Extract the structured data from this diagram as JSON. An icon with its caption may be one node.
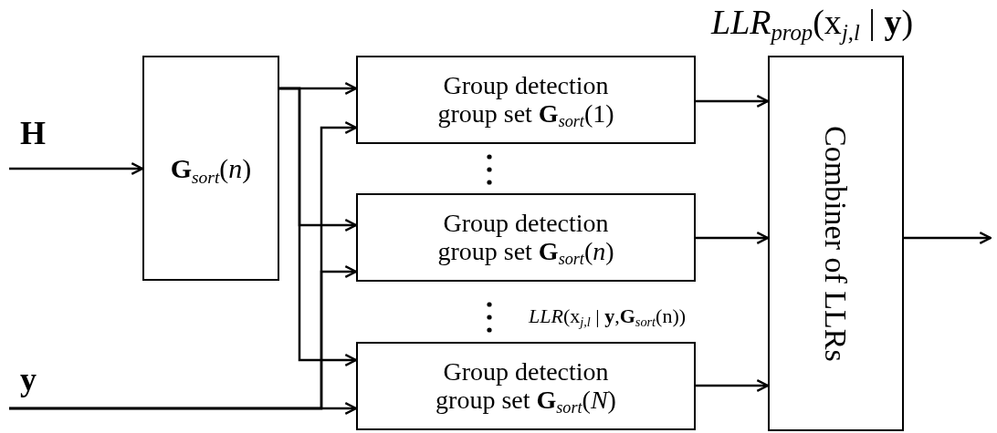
{
  "diagram": {
    "nodes": [
      {
        "text": [
          "**G**$_{sort}$(*n*)"
        ]
      },
      {
        "text": [
          "Group detection",
          "group set **G**$_{sort}$(1)"
        ]
      },
      {
        "text": [
          "Group detection",
          "group set **G**$_{sort}$(*n*)"
        ]
      },
      {
        "text": [
          "Group detection",
          "group set **G**$_{sort}$(*N*)"
        ]
      },
      {
        "text": [
          "Combiner of LLRs"
        ],
        "beside": [
          "*LLR*$_{prop}$(x$_{j,l}$ | **y**)"
        ]
      }
    ],
    "edges": [
      {
        "from": null,
        "to": 0,
        "arrow": "to",
        "label": "H"
      },
      {
        "from": 0,
        "to": 1,
        "arrow": "to"
      },
      {
        "from": 0,
        "to": 2,
        "arrow": "to"
      },
      {
        "from": 0,
        "to": 3,
        "arrow": "to"
      },
      {
        "from": null,
        "to": 1,
        "arrow": "to"
      },
      {
        "from": null,
        "to": 2,
        "arrow": "to"
      },
      {
        "from": null,
        "to": 3,
        "arrow": "to",
        "label": "y"
      },
      {
        "from": 1,
        "to": 4,
        "arrow": "to"
      },
      {
        "from": 2,
        "to": 4,
        "arrow": "to"
      },
      {
        "from": 3,
        "to": 4,
        "arrow": "to"
      },
      {
        "from": 4,
        "to": null,
        "arrow": "to"
      }
    ],
    "labels": [
      "*LLR*(x$_{j,l}$ | **y**,**G**$_{sort}$(n))"
    ]
  }
}
